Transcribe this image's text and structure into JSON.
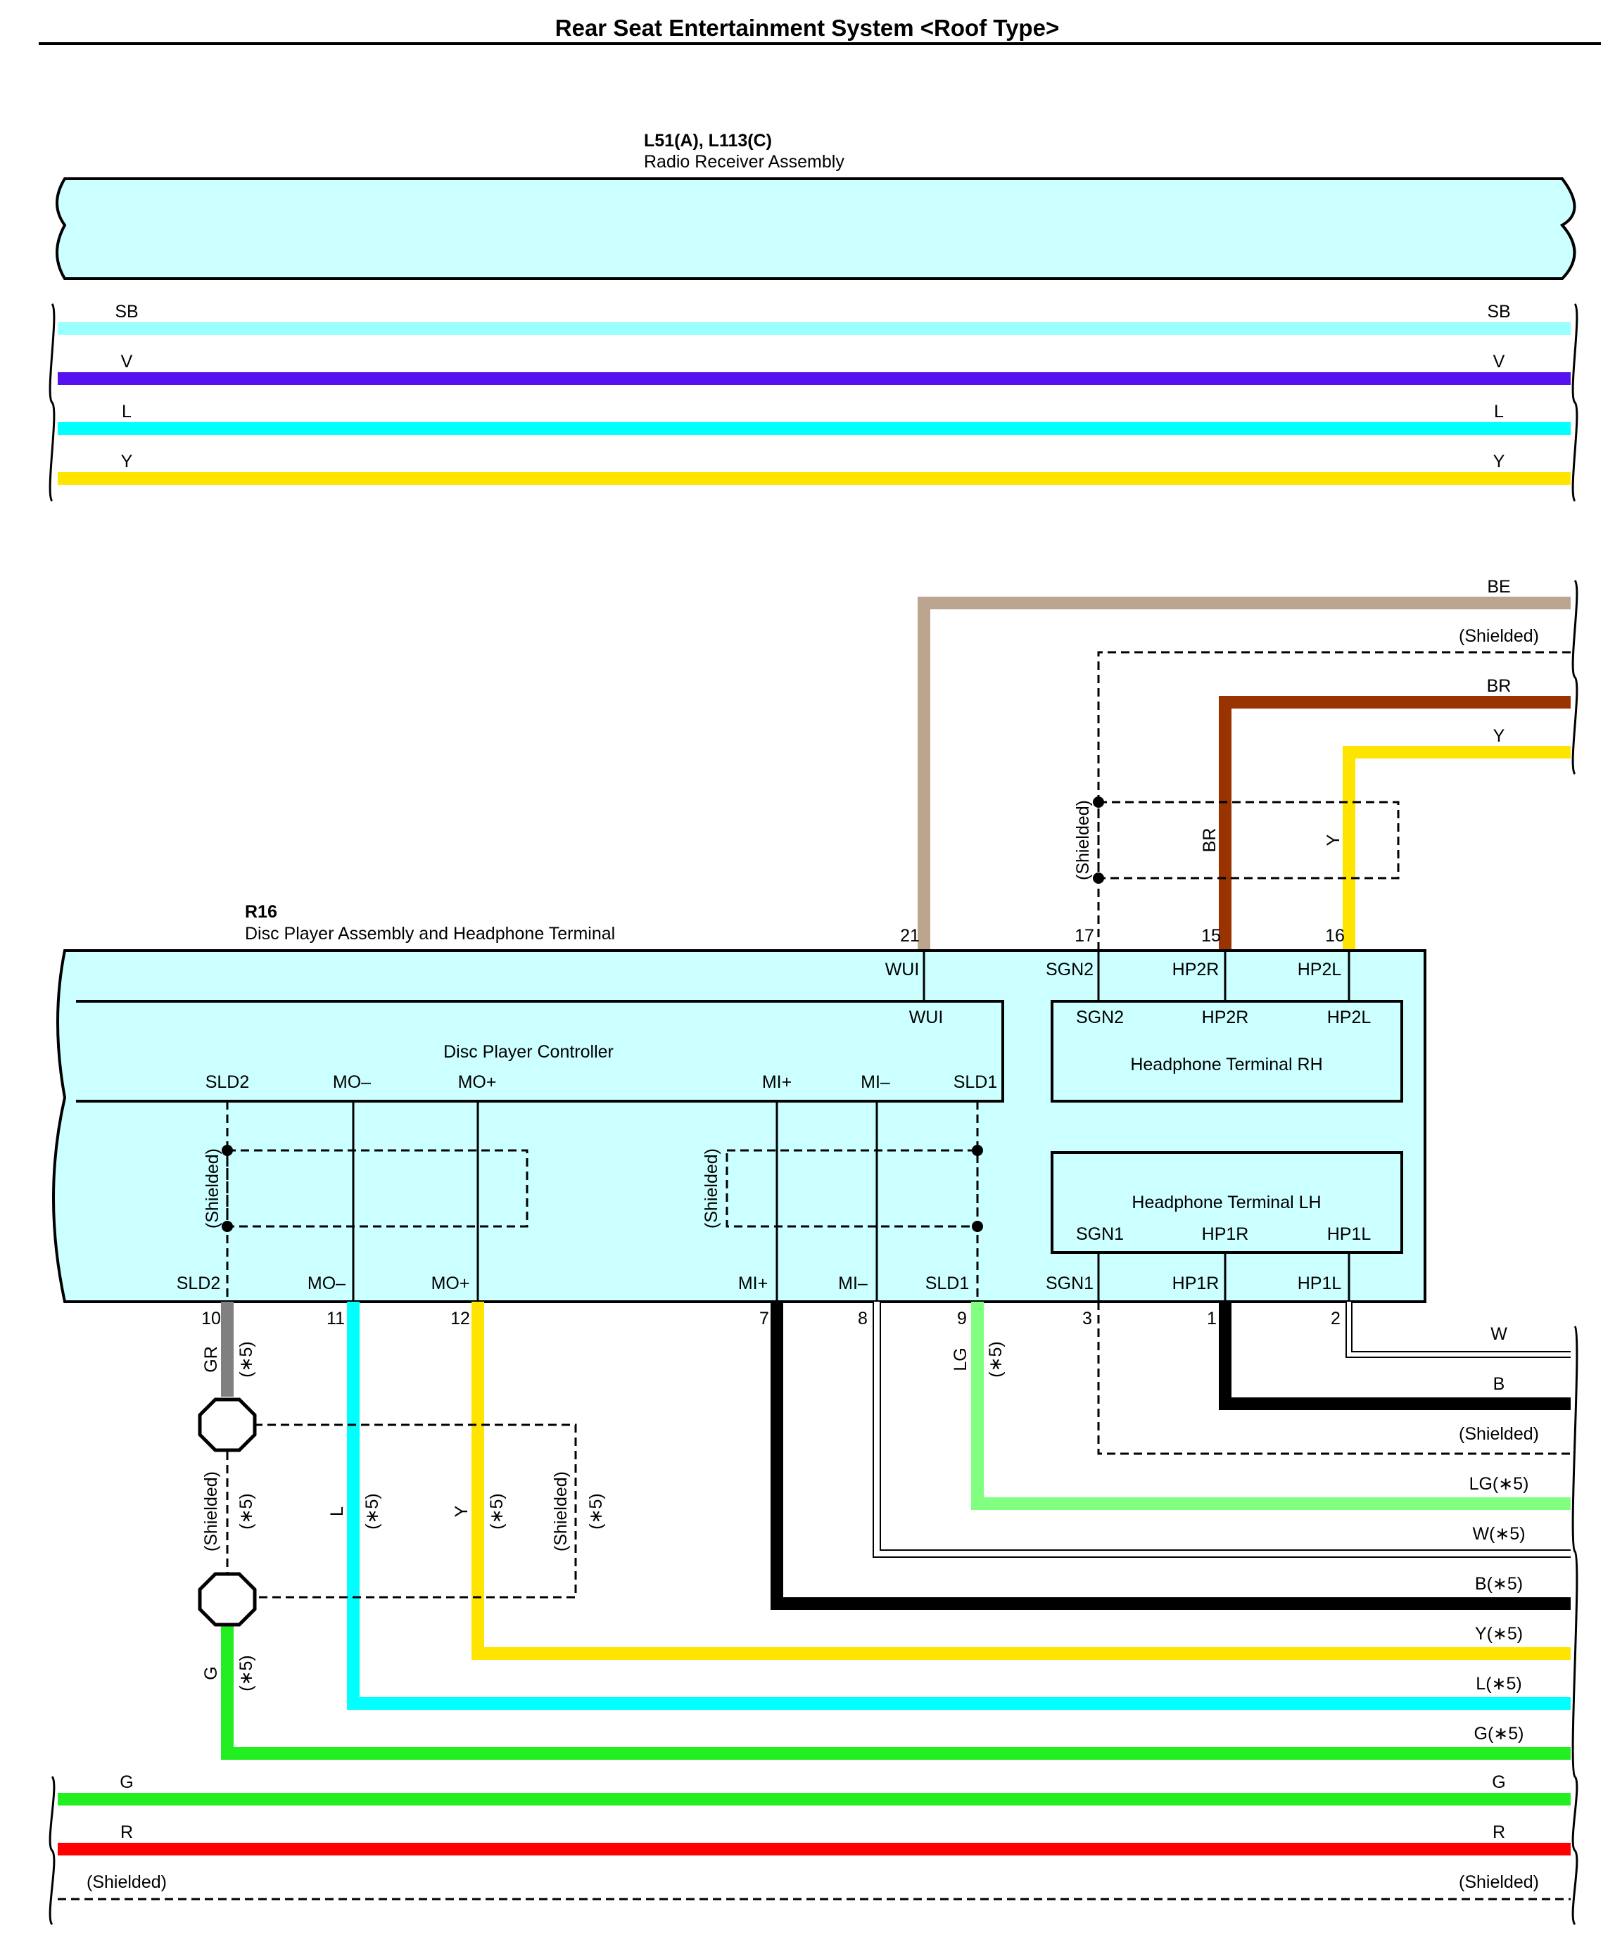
{
  "title": "Rear Seat Entertainment System <Roof Type>",
  "colors": {
    "box_fill": "#ccffff",
    "SB": "#99ffff",
    "V": "#5511ee",
    "L": "#00ffff",
    "Y": "#ffe400",
    "BE": "#bba58e",
    "BR": "#993300",
    "B": "#000000",
    "W": "#ffffff",
    "LG": "#80ff80",
    "GR": "#808080",
    "G": "#22ee22",
    "R": "#ff0000"
  },
  "radio": {
    "code": "L51(A), L113(C)",
    "name": "Radio Receiver Assembly",
    "wires": [
      {
        "color": "SB",
        "left": "SB",
        "right": "SB"
      },
      {
        "color": "V",
        "left": "V",
        "right": "V"
      },
      {
        "color": "L",
        "left": "L",
        "right": "L"
      },
      {
        "color": "Y",
        "left": "Y",
        "right": "Y"
      }
    ]
  },
  "disc": {
    "code": "R16",
    "name": "Disc Player Assembly and Headphone Terminal",
    "controller": "Disc Player Controller",
    "hp_rh": "Headphone Terminal RH",
    "hp_lh": "Headphone Terminal LH",
    "outer_top_pins": [
      {
        "num": "21",
        "name": "WUI"
      },
      {
        "num": "17",
        "name": "SGN2"
      },
      {
        "num": "15",
        "name": "HP2R"
      },
      {
        "num": "16",
        "name": "HP2L"
      }
    ],
    "ctrl_top": "WUI",
    "rh_pins": [
      "SGN2",
      "HP2R",
      "HP2L"
    ],
    "ctrl_bottom": [
      "SLD2",
      "MO–",
      "MO+",
      "MI+",
      "MI–",
      "SLD1"
    ],
    "lh_pins": [
      "SGN1",
      "HP1R",
      "HP1L"
    ],
    "outer_bottom_pins": [
      {
        "num": "10",
        "name": "SLD2"
      },
      {
        "num": "11",
        "name": "MO–"
      },
      {
        "num": "12",
        "name": "MO+"
      },
      {
        "num": "7",
        "name": "MI+"
      },
      {
        "num": "8",
        "name": "MI–"
      },
      {
        "num": "9",
        "name": "SLD1"
      },
      {
        "num": "3",
        "name": "SGN1"
      },
      {
        "num": "1",
        "name": "HP1R"
      },
      {
        "num": "2",
        "name": "HP1L"
      }
    ]
  },
  "shielded": "(Shielded)",
  "note": "(∗5)",
  "right_top": [
    "BE",
    "(Shielded)",
    "BR",
    "Y"
  ],
  "right_bottom": [
    "W",
    "B",
    "(Shielded)",
    "LG(∗5)",
    "W(∗5)",
    "B(∗5)",
    "Y(∗5)",
    "L(∗5)",
    "G(∗5)"
  ],
  "vertical_labels": {
    "BR": "BR",
    "Y": "Y",
    "GR": "GR",
    "LG": "LG",
    "L": "L",
    "G": "G"
  },
  "bottom_wires": [
    {
      "color": "G",
      "left": "G",
      "right": "G"
    },
    {
      "color": "R",
      "left": "R",
      "right": "R"
    },
    {
      "color": "",
      "left": "(Shielded)",
      "right": "(Shielded)"
    }
  ]
}
